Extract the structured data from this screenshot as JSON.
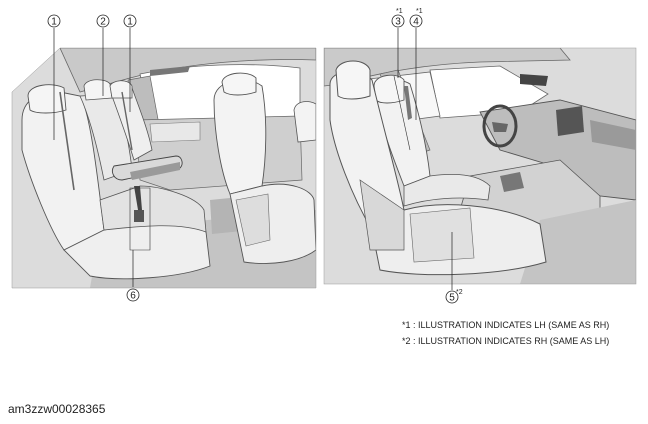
{
  "callouts": {
    "left_panel": [
      {
        "id": "c-left-1a",
        "label": "1"
      },
      {
        "id": "c-left-2",
        "label": "2"
      },
      {
        "id": "c-left-1b",
        "label": "1"
      },
      {
        "id": "c-left-6",
        "label": "6"
      }
    ],
    "right_panel": [
      {
        "id": "c-right-3",
        "label": "3",
        "marker": "*1"
      },
      {
        "id": "c-right-4",
        "label": "4",
        "marker": "*1"
      },
      {
        "id": "c-right-5",
        "label": "5",
        "marker": "*2"
      }
    ]
  },
  "notes": [
    "*1 : ILLUSTRATION INDICATES LH (SAME AS RH)",
    "*2 : ILLUSTRATION INDICATES RH (SAME AS LH)"
  ],
  "image_id": "am3zzw00028365",
  "colors": {
    "panel_bg": "#dcdcdc",
    "seat_fill": "#f2f2f2",
    "outline": "#555555",
    "dark": "#6a6a6a"
  }
}
